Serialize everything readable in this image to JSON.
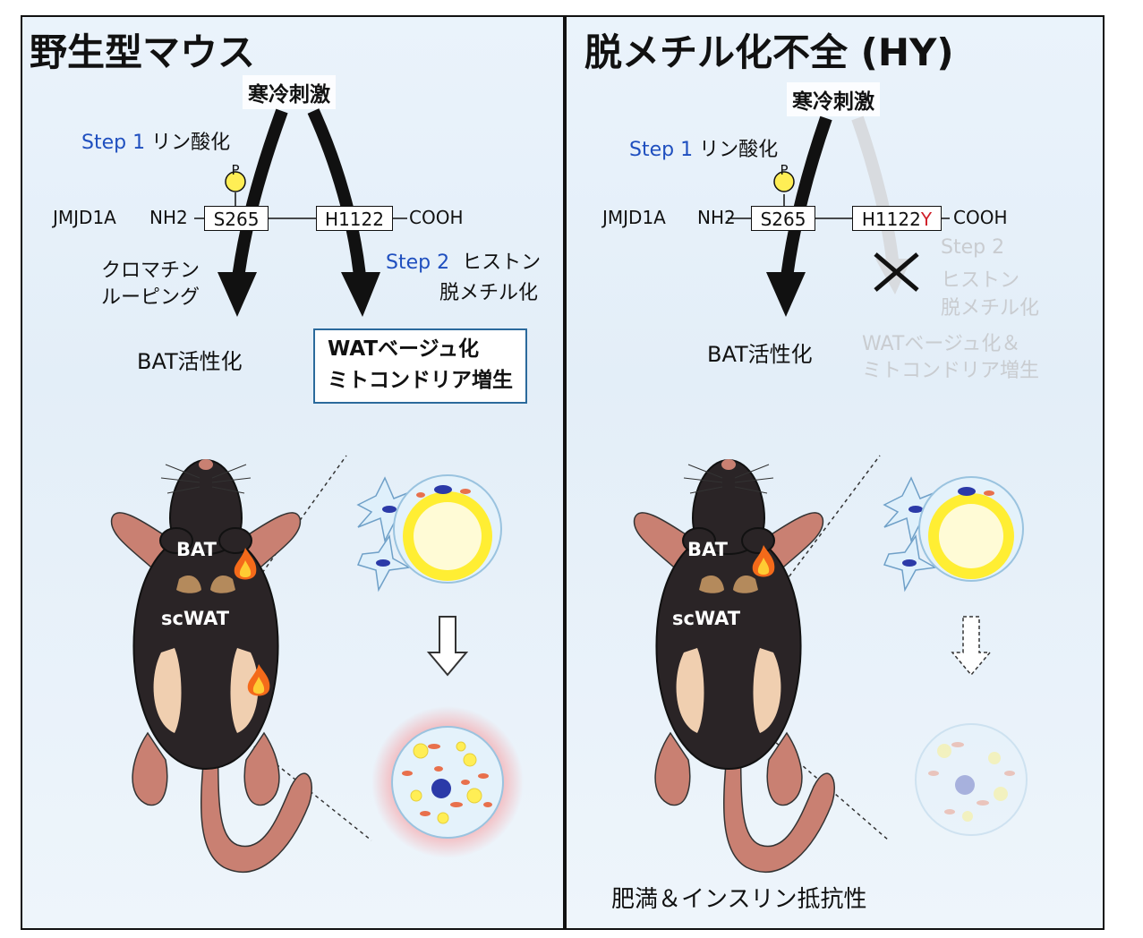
{
  "left": {
    "title": "野生型マウス",
    "cold_stimulus": "寒冷刺激",
    "step1_label": "Step 1",
    "step1_text": "リン酸化",
    "phospho_mark": "P",
    "protein_name": "JMJD1A",
    "n_term": "NH2",
    "site1": "S265",
    "site2": "H1122",
    "c_term": "COOH",
    "chromatin_line1": "クロマチン",
    "chromatin_line2": "ルーピング",
    "step2_label": "Step 2",
    "step2_text_line1": "ヒストン",
    "step2_text_line2": "脱メチル化",
    "bat_activation": "BAT活性化",
    "wat_line1": "WATベージュ化",
    "wat_line2": "ミトコンドリア増生",
    "mouse_bat": "BAT",
    "mouse_scwat": "scWAT"
  },
  "right": {
    "title": "脱メチル化不全 (HY)",
    "cold_stimulus": "寒冷刺激",
    "step1_label": "Step 1",
    "step1_text": "リン酸化",
    "phospho_mark": "P",
    "protein_name": "JMJD1A",
    "n_term": "NH2",
    "site1": "S265",
    "site2": "H1122",
    "site2_mutation": "Y",
    "c_term": "COOH",
    "step2_label": "Step 2",
    "step2_text_line1": "ヒストン",
    "step2_text_line2": "脱メチル化",
    "bat_activation": "BAT活性化",
    "wat_faded_line1": "WATベージュ化＆",
    "wat_faded_line2": "ミトコンドリア増生",
    "mouse_bat": "BAT",
    "mouse_scwat": "scWAT",
    "outcome": "肥満＆インスリン抵抗性"
  },
  "colors": {
    "step_blue": "#1f4fbf",
    "mutation_red": "#d0202a",
    "wat_box_border": "#2b6a9c",
    "mouse_body": "#2a2426",
    "mouse_skin": "#c98072",
    "bat_organ": "#b48a5c",
    "scwat_organ": "#f0cfb0",
    "fat_droplet": "#ffee33",
    "mito_orange": "#e8704c",
    "faded_gray": "#c9ccd0"
  },
  "icons": [
    "flame-icon",
    "cross-icon",
    "down-arrow-icon",
    "phospho-circle-icon",
    "adipocyte-icon",
    "beige-adipocyte-icon",
    "mouse-illustration"
  ]
}
